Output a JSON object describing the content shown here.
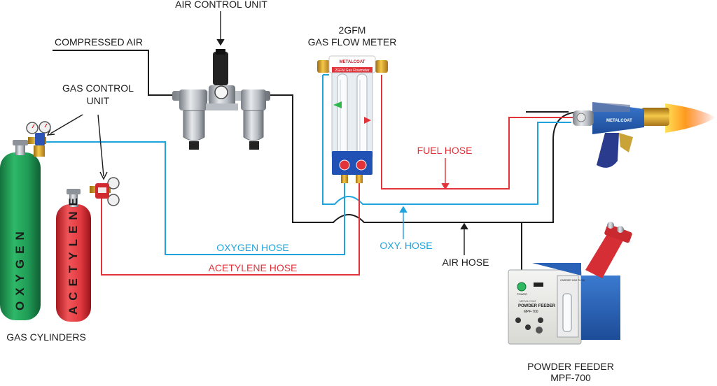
{
  "labels": {
    "air_control_unit": "AIR CONTROL UNIT",
    "compressed_air": "COMPRESSED AIR",
    "gas_flow_meter_model": "2GFM",
    "gas_flow_meter": "GAS FLOW METER",
    "gas_control_unit_line1": "GAS CONTROL",
    "gas_control_unit_line2": "UNIT",
    "fuel_hose": "FUEL HOSE",
    "oxy_hose": "OXY. HOSE",
    "air_hose": "AIR HOSE",
    "oxygen_hose": "OXYGEN HOSE",
    "acetylene_hose": "ACETYLENE HOSE",
    "gas_cylinders": "GAS CYLINDERS",
    "powder_feeder_line1": "POWDER FEEDER",
    "powder_feeder_line2": "MPF-700"
  },
  "cylinders": {
    "oxygen": "OXYGEN",
    "acetylene": "ACETYLENE"
  },
  "device_text": {
    "flowmeter_brand": "METALCOAT",
    "flowmeter_plate": "2GFM Gas Flowmeter",
    "gun_brand": "METALCOAT",
    "feeder_panel_title": "POWDER FEEDER",
    "feeder_panel_model": "MPF-700",
    "feeder_power": "POWER",
    "feeder_carrier": "CARRIER GAS FLOW",
    "feeder_small": "METALCOAT"
  },
  "colors": {
    "oxygen_line": "#1ea3dd",
    "fuel_line": "#e2333b",
    "air_line": "#1c1c1c",
    "oxygen_cylinder": "#1f9a55",
    "acetylene_cylinder": "#e23a3f",
    "feeder_body": "#2a62b8",
    "gun_body": "#2a3a8c"
  }
}
